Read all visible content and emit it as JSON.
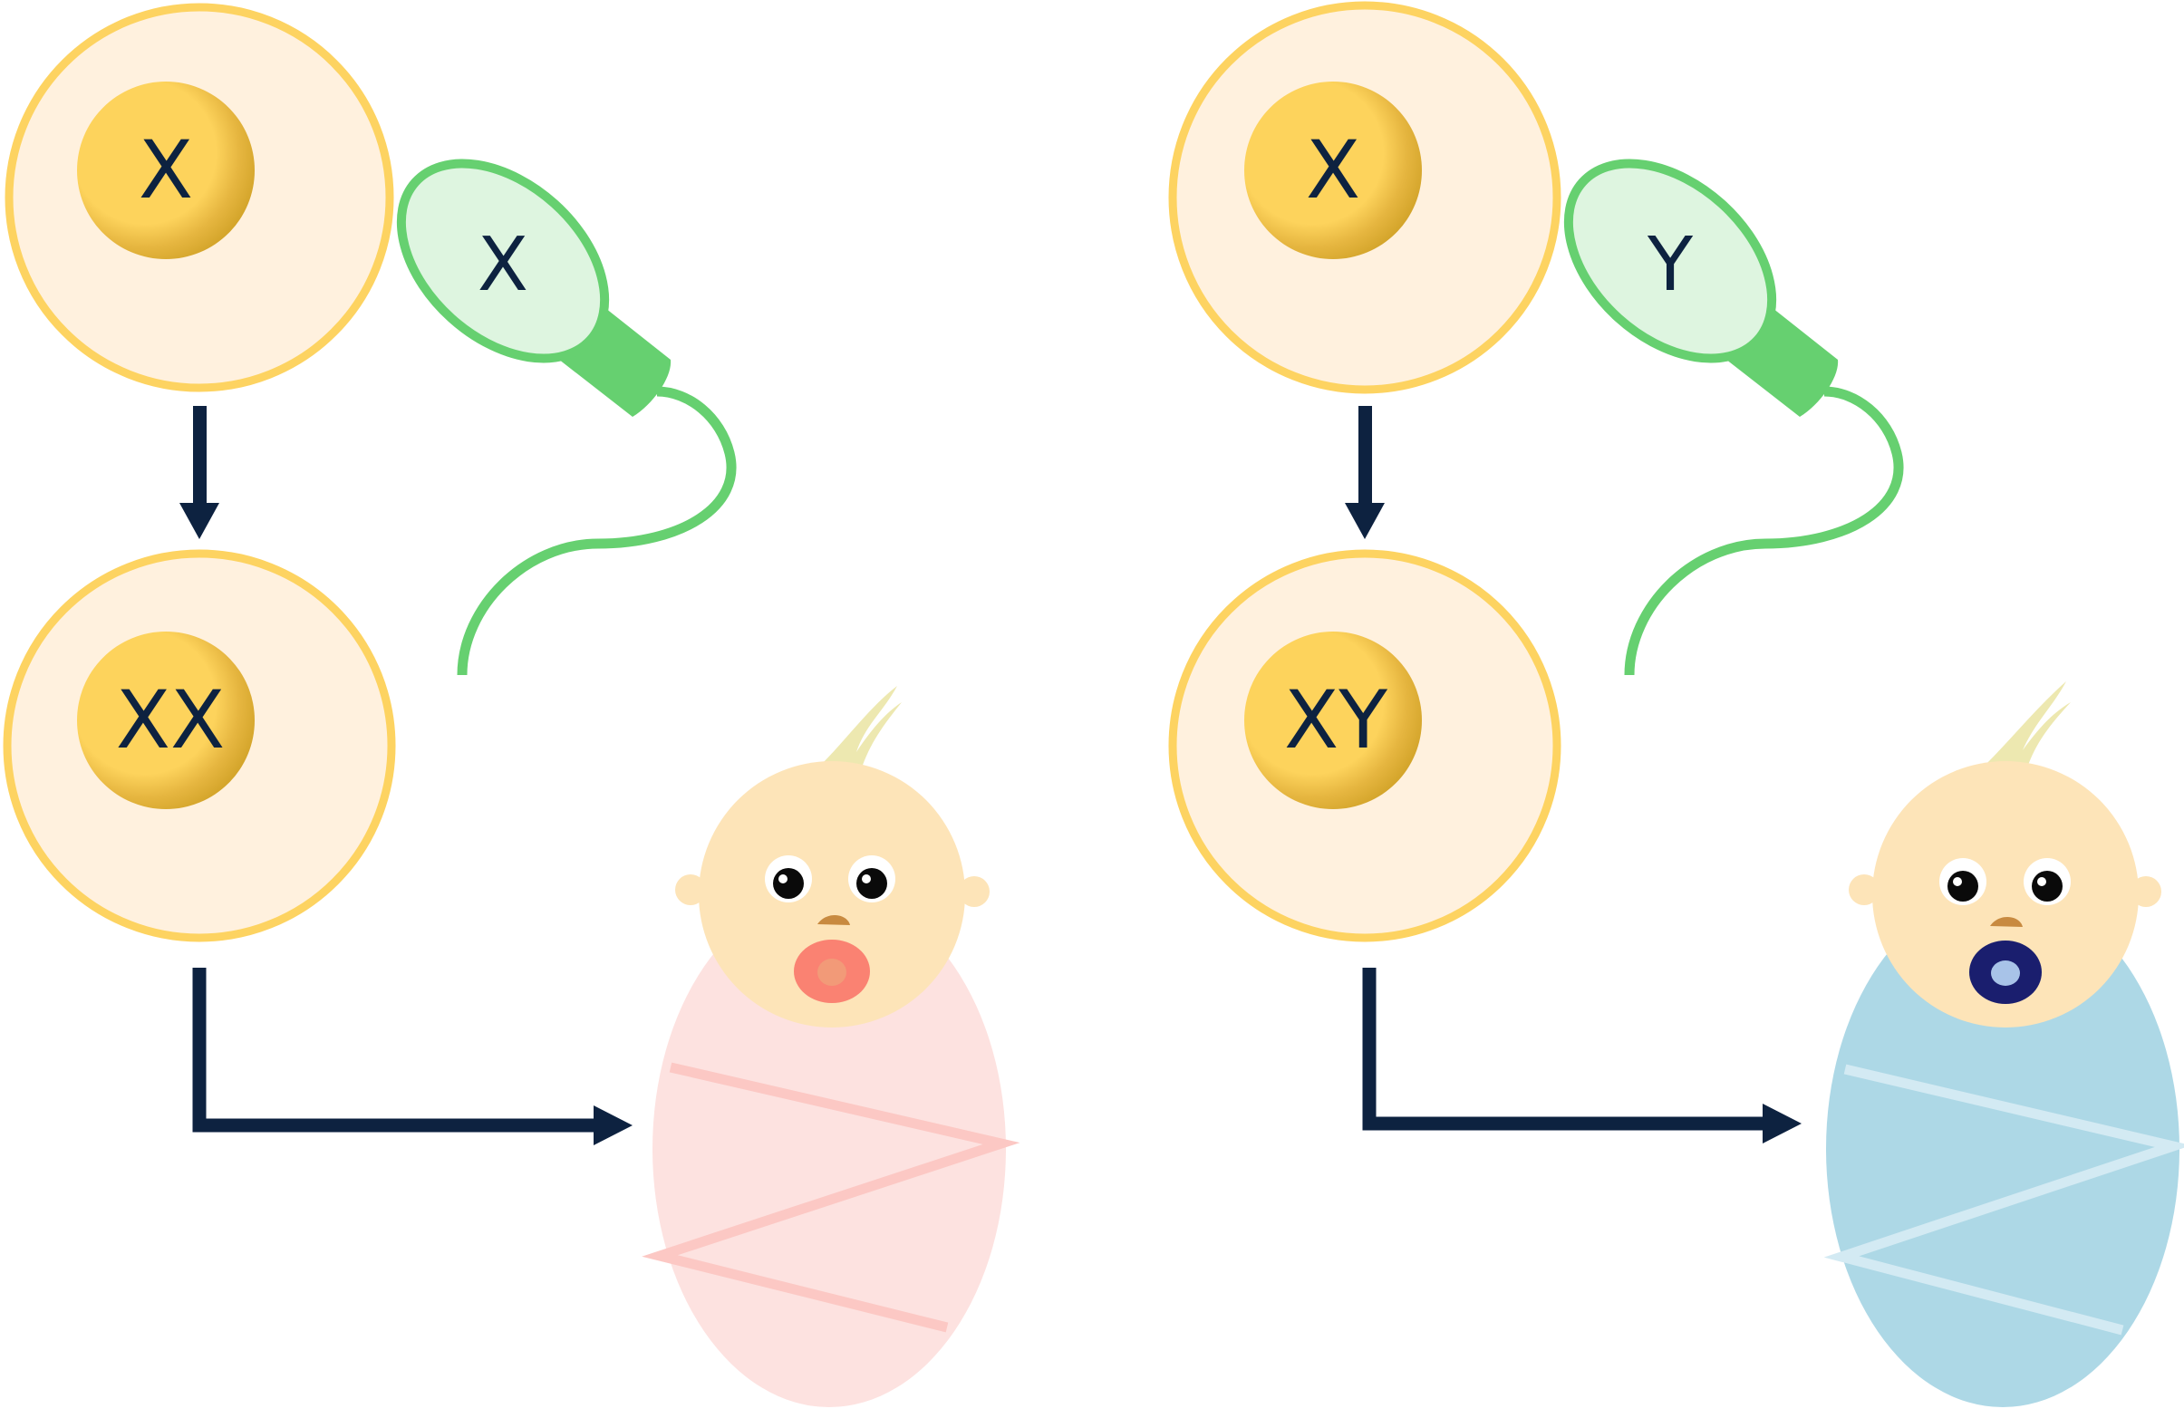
{
  "colors": {
    "cell_fill": "#fff1de",
    "cell_stroke": "#fdd361",
    "nucleus_light": "#fdd35c",
    "nucleus_dark": "#d4a52b",
    "sperm_fill": "#def5e0",
    "sperm_stroke": "#66d070",
    "arrow": "#0d2240",
    "skin": "#fde4b8",
    "girl_blanket": "#fde2e0",
    "girl_stripe": "#fcc8c4",
    "girl_pacifier": "#fa8272",
    "girl_pacifier_center": "#f29a78",
    "boy_blanket": "#add8e6",
    "boy_stripe": "#d3eaf3",
    "boy_pacifier": "#1a1e6e",
    "boy_pacifier_center": "#a8c3e8",
    "hair": "#ede8b0",
    "nose": "#c88a40"
  },
  "panels": [
    {
      "id": "female",
      "egg_chromosome": "X",
      "sperm_chromosome": "X",
      "zygote_chromosomes": "XX",
      "baby": "girl"
    },
    {
      "id": "male",
      "egg_chromosome": "X",
      "sperm_chromosome": "Y",
      "zygote_chromosomes": "XY",
      "baby": "boy"
    }
  ]
}
